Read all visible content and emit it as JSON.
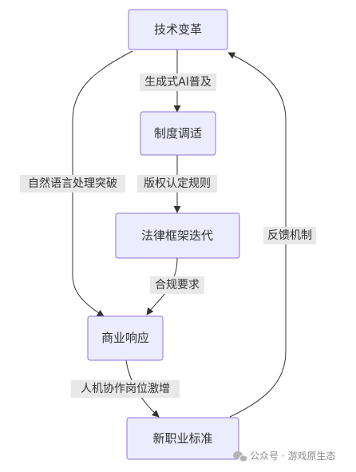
{
  "diagram": {
    "nodes": {
      "tech": "技术变革",
      "policy": "制度调适",
      "law": "法律框架迭代",
      "business": "商业响应",
      "career": "新职业标准"
    },
    "edges": {
      "tech_policy": "生成式AI普及",
      "policy_law": "版权认定规则",
      "law_business": "合规要求",
      "tech_business": "自然语言处理突破",
      "business_career": "人机协作岗位激增",
      "career_tech": "反馈机制"
    }
  },
  "watermark": {
    "icon": "wechat-icon",
    "text": "公众号 · 游戏原生态"
  },
  "colors": {
    "node_fill": "#ECECFF",
    "node_stroke": "#9370DB",
    "edge": "#333333",
    "label_bg": "#E8E8E8"
  }
}
